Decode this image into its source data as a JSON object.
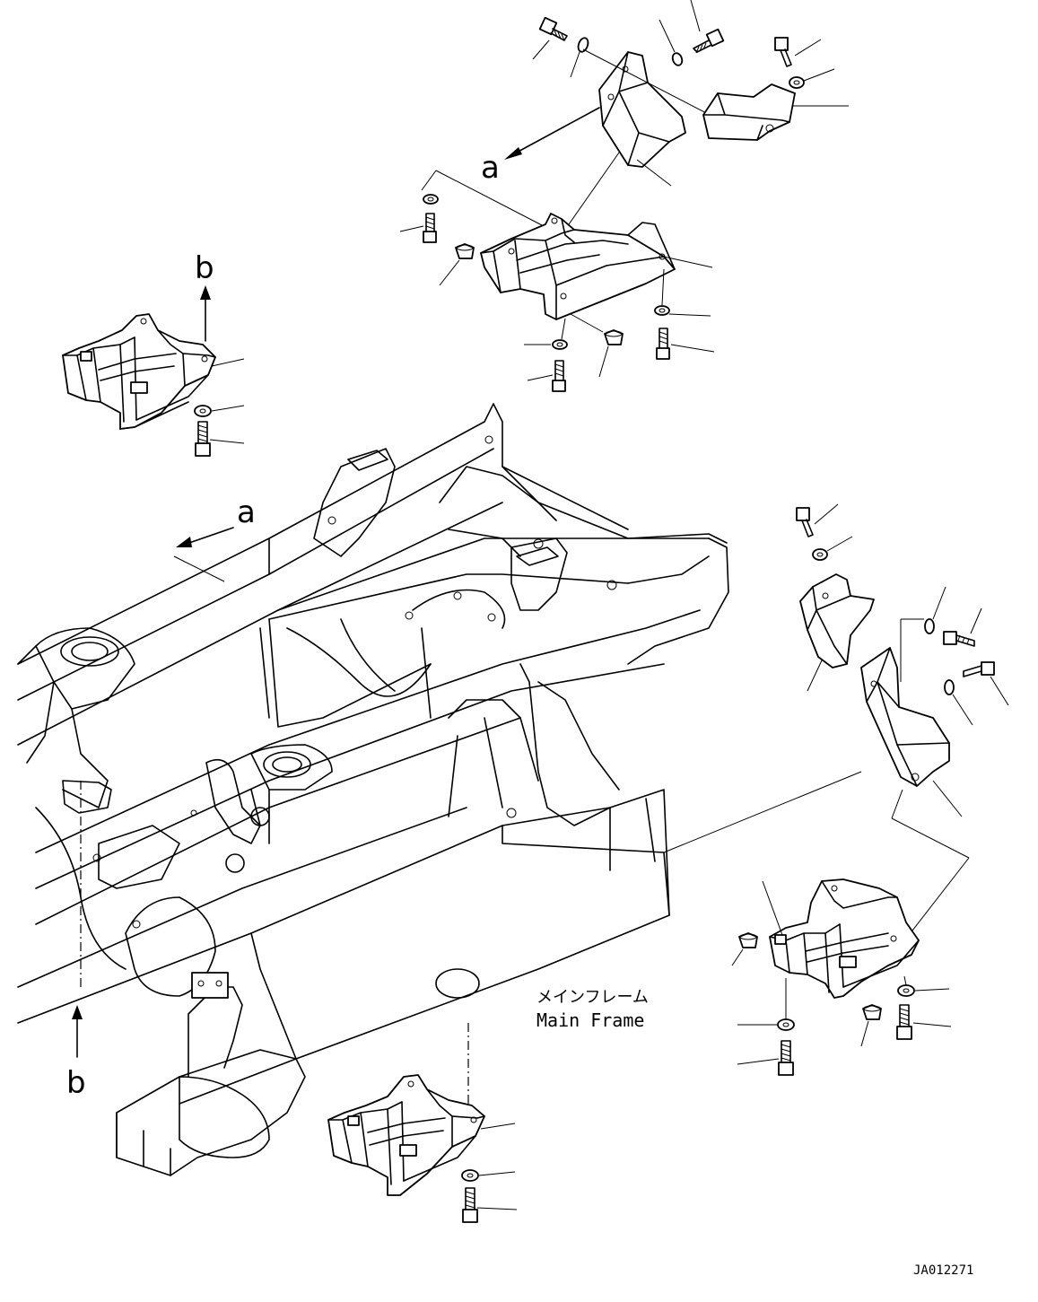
{
  "diagram": {
    "view_labels": {
      "a_top": "a",
      "b_top": "b",
      "a_main": "a",
      "b_main": "b"
    },
    "main_frame_label_jp": "メインフレーム",
    "main_frame_label_en": "Main Frame",
    "drawing_id": "JA012271"
  }
}
